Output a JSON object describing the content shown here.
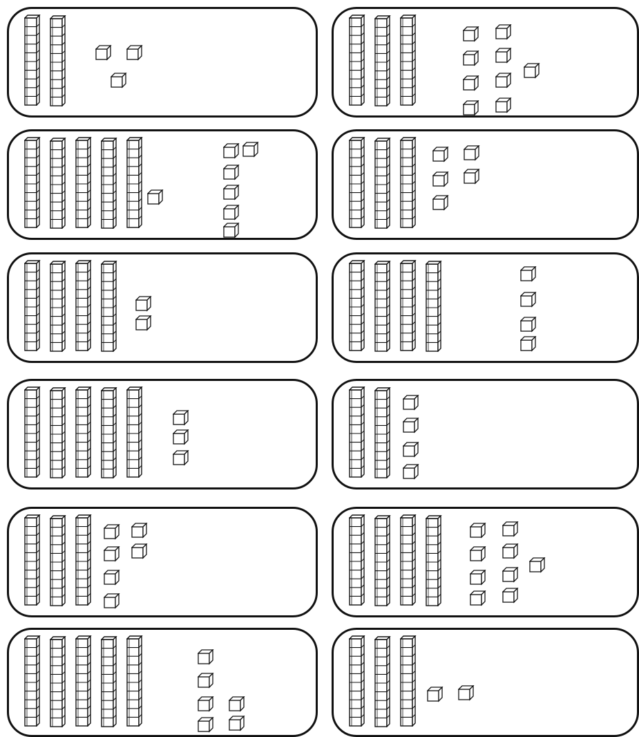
{
  "worksheet": {
    "ink_color": "#111111",
    "paper_color": "#ffffff",
    "cards": [
      {
        "tens": 2,
        "ones": 3
      },
      {
        "tens": 3,
        "ones": 9
      },
      {
        "tens": 5,
        "ones": 7
      },
      {
        "tens": 3,
        "ones": 5
      },
      {
        "tens": 4,
        "ones": 2
      },
      {
        "tens": 4,
        "ones": 4
      },
      {
        "tens": 5,
        "ones": 3
      },
      {
        "tens": 2,
        "ones": 4
      },
      {
        "tens": 3,
        "ones": 6
      },
      {
        "tens": 4,
        "ones": 9
      },
      {
        "tens": 5,
        "ones": 6
      },
      {
        "tens": 3,
        "ones": 2
      }
    ]
  }
}
